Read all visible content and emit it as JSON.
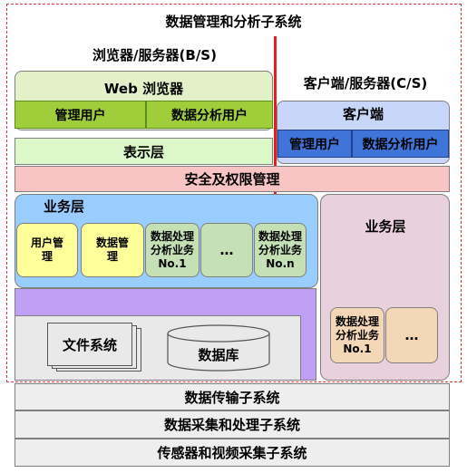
{
  "title": "数据管理和分析子系统",
  "bs": {
    "label": "浏览器/服务器(B/S)",
    "browser": "Web 浏览器",
    "user_mgmt": "管理用户",
    "analysis_user": "数据分析用户",
    "presentation": "表示层"
  },
  "cs": {
    "label": "客户端/服务器(C/S)",
    "client": "客户端",
    "user_mgmt": "管理用户",
    "analysis_user": "数据分析用户",
    "business": "业务层",
    "proc1": "数据处理分析业务No.1",
    "more": "…"
  },
  "security": "安全及权限管理",
  "business": {
    "label": "业务层",
    "user_mgmt": "用户管理",
    "data_mgmt": "数据管理",
    "proc1": "数据处理分析业务No.1",
    "more": "…",
    "procn": "数据处理分析业务No.n"
  },
  "storage": {
    "files": "文件系统",
    "database": "数据库"
  },
  "subsystems": [
    "数据传输子系统",
    "数据采集和处理子系统",
    "传感器和视频采集子系统"
  ],
  "colors": {
    "dashed_border": "#e0303a",
    "red_divider": "#e51c23",
    "browser_fill": "#e4f0c8",
    "user_fill": "#9fce3a",
    "presentation_fill": "#dcf7c8",
    "client_fill": "#c8d6fa",
    "client_user_fill": "#3f74d8",
    "security_fill": "#f8c4c4",
    "business_fill": "#99ccff",
    "yellow_box": "#ffff99",
    "green_box": "#c5e0b4",
    "cs_business_fill": "#e8d0dc",
    "cs_proc_fill": "#f3d7b6",
    "storage_frame": "#bfa0f5",
    "storage_inner": "#e9e9e9",
    "subsystem_fill": "#eeeeee"
  }
}
